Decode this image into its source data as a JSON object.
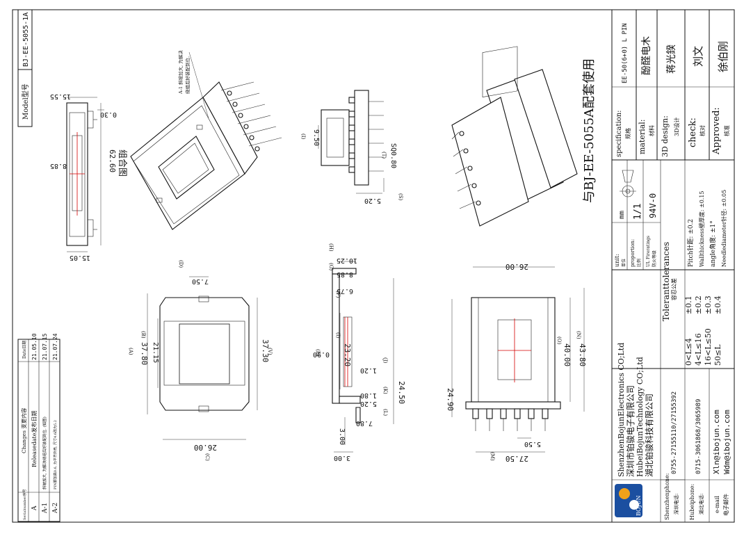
{
  "model_label": "Model型号",
  "model_value": "BJ-EE-5055-1A",
  "changes": {
    "col_serial": "Serialnumber序号",
    "col_changes": "Changes 变更内容",
    "col_date": "Date日期",
    "rows": [
      {
        "serial": "A",
        "content": "Releasedate发布日期",
        "date": "21.05.10"
      },
      {
        "serial": "A-1",
        "content": "斜坡加大, 为解决绕组后好装配到位. (如图)",
        "date": "21.07.15"
      },
      {
        "serial": "A-2",
        "content": "PIN脚加高0.6, 为平齐外壳, 尺寸4.6改为5.2",
        "date": "21.07.24"
      }
    ]
  },
  "assembly_label": "组合图",
  "note_a1_line1": "A-1 斜坡加大, 为解决",
  "note_a1_line2": "绕组后好装配到位.",
  "dims": {
    "d15_55": "15.55",
    "d0_30": "0.30",
    "d8_85a": "8.85",
    "d62_60": "62.60",
    "d15_05": "15.05",
    "d9_50": "9.50",
    "d_sq080": "SQ0.80",
    "d5_20a": "5.20",
    "d10_25": "10.25",
    "d8_85b": "8.85",
    "d6_75": "6.75",
    "d0_90": "0.90",
    "d23_20": "23.20",
    "d1_20": "1.20",
    "d1_80": "1.80",
    "d5_20b": "5.20",
    "d7_80": "7.80",
    "d3_00a": "3.00",
    "d3_00b": "3.00",
    "d24_50": "24.50",
    "d7_50": "7.50",
    "d37_80": "37.80",
    "d21_15": "21.15",
    "d37_30": "37.30",
    "d26_00a": "26.00",
    "d26_00b": "26.00",
    "d40_00": "40.00",
    "d43_80": "43.80",
    "d24_90": "24.90",
    "d5_50": "5.50",
    "d27_50": "27.50"
  },
  "markers": {
    "I": "(I)",
    "T": "(T)",
    "S": "(S)",
    "H": "(H)",
    "G": "(G)",
    "F": "(F)",
    "E": "(E)",
    "J": "(J)",
    "K": "(K)",
    "L": "(L)",
    "D": "(D)",
    "A": "(A)",
    "B": "(B)",
    "V": "(V)",
    "C": "(C)",
    "O": "(O)",
    "N": "(N)",
    "M": "(M)"
  },
  "title_block": {
    "usage_note": "与BJ-EE-5055A配套使用",
    "spec_label": "specification:",
    "spec_label_cn": "规格",
    "spec_value": "EE-50(6+0) L PIN",
    "material_label": "material:",
    "material_label_cn": "材料",
    "material_value": "酚醛电木",
    "design_label": "3D design:",
    "design_label_cn": "3D设计",
    "design_value": "蒋光鍨",
    "check_label": "check:",
    "check_label_cn": "核对",
    "check_value": "刘文",
    "approved_label": "Approved:",
    "approved_label_cn": "核准",
    "approved_value": "徐伯刚",
    "unit_label": "unit:",
    "unit_label_cn": "单位",
    "unit_value": "mm",
    "proportion_label": "proportion:",
    "proportion_label_cn": "比例",
    "proportion_value": "1/1",
    "ul_label": "UL Fireratings",
    "ul_label_cn": "防火等级",
    "ul_value": "94V-0",
    "tol_title": "Toleranttolerances",
    "tol_title_cn": "容忍公差",
    "tol_rows": [
      {
        "range": "0<L≤4",
        "tol": "±0.1"
      },
      {
        "range": "4<L≤16",
        "tol": "±0.2"
      },
      {
        "range": "16<L≤50",
        "tol": "±0.3"
      },
      {
        "range": "50≤L",
        "tol": "±0.4"
      }
    ],
    "tol_notes": [
      "Pitch针距: ±0.2",
      "Wallthickness壁厚度: ±0.15",
      "angle角度: ±1°",
      "Needlediameter针径: ±0.05"
    ],
    "company_en1": "ShenzhenBojunElectronics CO;Ltd",
    "company_cn1": "深圳市铂骏电子有限公司",
    "company_en2": "HubeiBojunTechnology CO;Ltd",
    "company_cn2": "湖北铂骏科技有限公司",
    "logo_text": "BOJUN",
    "sz_phone_label": "Shenzhenphone:",
    "sz_phone_label_cn": "深圳电话:",
    "sz_phone_value": "0755-27155110/27155392",
    "hb_phone_label": "Hubeiphone:",
    "hb_phone_label_cn": "湖北电话:",
    "hb_phone_value": "0715-3061868/3065989",
    "email_label": "e-mail",
    "email_label_cn": "电子邮件",
    "email1": "Xln@ibojun.com",
    "email2": "Wdm@ibojun.com"
  },
  "colors": {
    "line": "#111111",
    "center_line": "#d40000",
    "logo_blue": "#1b4fa0",
    "logo_orange": "#f0a11a"
  }
}
